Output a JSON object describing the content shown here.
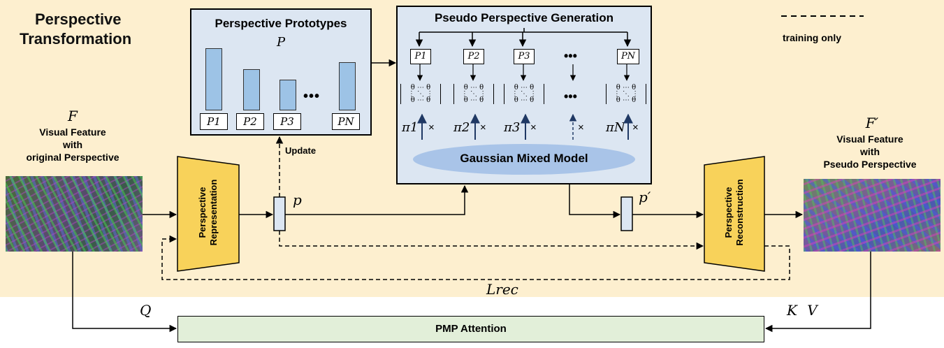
{
  "section_title_line1": "Perspective",
  "section_title_line2": "Transformation",
  "prototypes": {
    "title": "Perspective Prototypes",
    "symbol": "P",
    "labels": [
      "P1",
      "P2",
      "P3",
      "PN"
    ],
    "ellipsis": "•••",
    "bar_color": "#9dc3e6"
  },
  "pseudo": {
    "title": "Pseudo Perspective Generation",
    "labels": [
      "P1",
      "P2",
      "P3",
      "PN"
    ],
    "weights": [
      "π1",
      "π2",
      "π3",
      "πN"
    ],
    "times": "×",
    "ellipsis": "•••",
    "matrix_row1": "θ ⋯ θ",
    "matrix_row2": "⋮ ⋱ ⋮",
    "matrix_row3": "θ ⋯ θ",
    "gmm": "Gaussian Mixed Model"
  },
  "legend": {
    "training_only": "training only"
  },
  "input": {
    "symbol": "F",
    "line1": "Visual Feature",
    "line2": "with",
    "line3": "original Perspective"
  },
  "output": {
    "symbol": "F′",
    "line1": "Visual Feature",
    "line2": "with",
    "line3": "Pseudo Perspective"
  },
  "encoder": "Perspective Representation",
  "decoder": "Perspective Reconstruction",
  "p_symbol": "p",
  "p_prime_symbol": "p′",
  "update": "Update",
  "loss": "Lrec",
  "q": "Q",
  "kv": "K V",
  "attention": "PMP Attention",
  "colors": {
    "background_region": "#fdefcf",
    "panel_fill": "#dce6f2",
    "trapezoid": "#f8d25a",
    "attention_fill": "#e2efd9",
    "gmm_fill": "#a9c4e8"
  }
}
